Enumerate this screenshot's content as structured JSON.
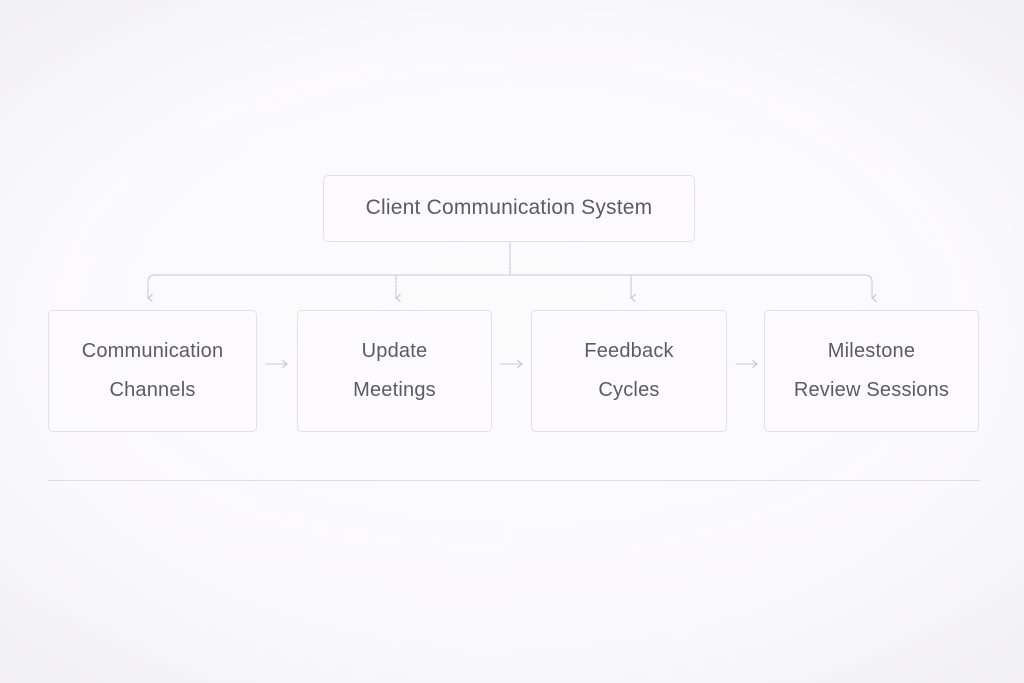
{
  "diagram": {
    "type": "hierarchy-flow",
    "root": {
      "label": "Client Communication System"
    },
    "children": [
      {
        "line1": "Communication",
        "line2": "Channels"
      },
      {
        "line1": "Update",
        "line2": "Meetings"
      },
      {
        "line1": "Feedback",
        "line2": "Cycles"
      },
      {
        "line1": "Milestone",
        "line2": "Review Sessions"
      }
    ],
    "connectors": {
      "root_to_children": "elbow-arrows-down",
      "between_children": "arrow-right"
    },
    "colors": {
      "background": "#fbfafc",
      "node_border": "#e2e1e8",
      "node_fill": "#fdfcfe",
      "text": "#5b5b63",
      "connector": "#cfced8",
      "divider": "#dedde5"
    }
  }
}
